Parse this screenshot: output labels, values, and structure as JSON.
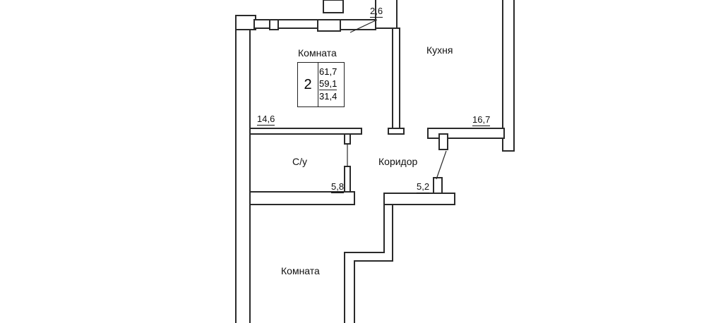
{
  "plan": {
    "rooms": [
      {
        "label": "Комната"
      },
      {
        "label": "Кухня"
      },
      {
        "label": "С/у"
      },
      {
        "label": "Коридор"
      },
      {
        "label": "Комната"
      }
    ],
    "areas": [
      "2,6",
      "14,6",
      "16,7",
      "5,8",
      "5,2"
    ],
    "summary": {
      "rooms_count": "2",
      "total_area": "61,7",
      "living_area_1": "59,1",
      "living_area_2": "31,4"
    },
    "colors": {
      "wall": "#2a2a2a",
      "wall_fill": "#ffffff",
      "background": "#ffffff"
    }
  }
}
